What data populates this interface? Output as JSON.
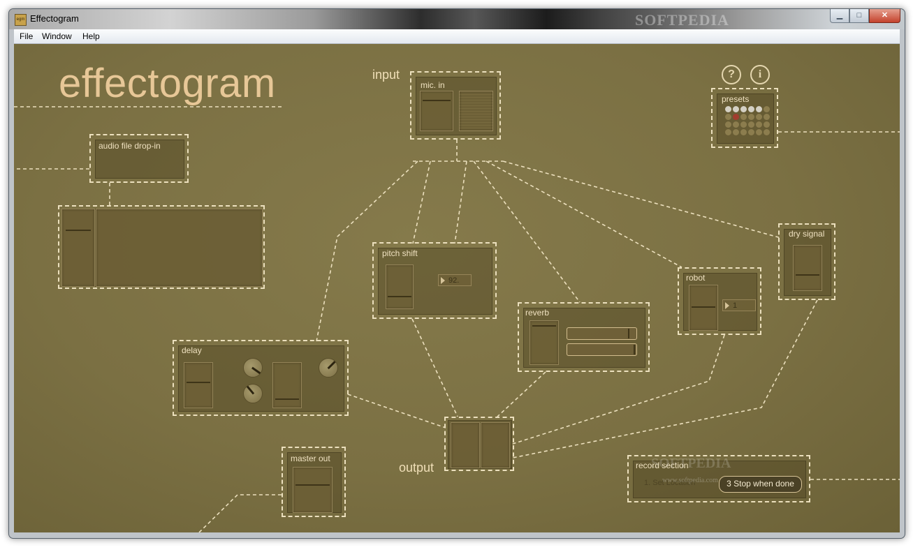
{
  "window": {
    "title": "Effectogram",
    "app_icon_text": "egm",
    "banner_text": "SOFTPEDIA"
  },
  "controls": {
    "minimize": "▁",
    "maximize": "□",
    "close": "✕"
  },
  "menu": {
    "items": [
      "File",
      "Window",
      "Help"
    ]
  },
  "app": {
    "logo": "effectogram",
    "input_label": "input",
    "output_label": "output",
    "help_icon_glyph": "?",
    "info_icon_glyph": "i"
  },
  "modules": {
    "mic_in": "mic. in",
    "audio_drop": "audio file drop-in",
    "presets": "presets",
    "pitch_shift": "pitch shift",
    "pitch_value": "92.",
    "reverb": "reverb",
    "robot": "robot",
    "robot_value": "1",
    "dry_signal": "dry signal",
    "delay": "delay",
    "master_out": "master out"
  },
  "record": {
    "title": "record section",
    "step1": "1. Set Location",
    "stop_button": "3 Stop when done"
  },
  "watermark": {
    "big": "SOFTPEDIA",
    "small": "www.softpedia.com"
  },
  "icons": [
    "help-icon",
    "info-icon",
    "speaker-icon",
    "play-icon"
  ],
  "colors": {
    "background": "#7b7043",
    "accent": "#e7c797",
    "border": "#ece0be"
  }
}
